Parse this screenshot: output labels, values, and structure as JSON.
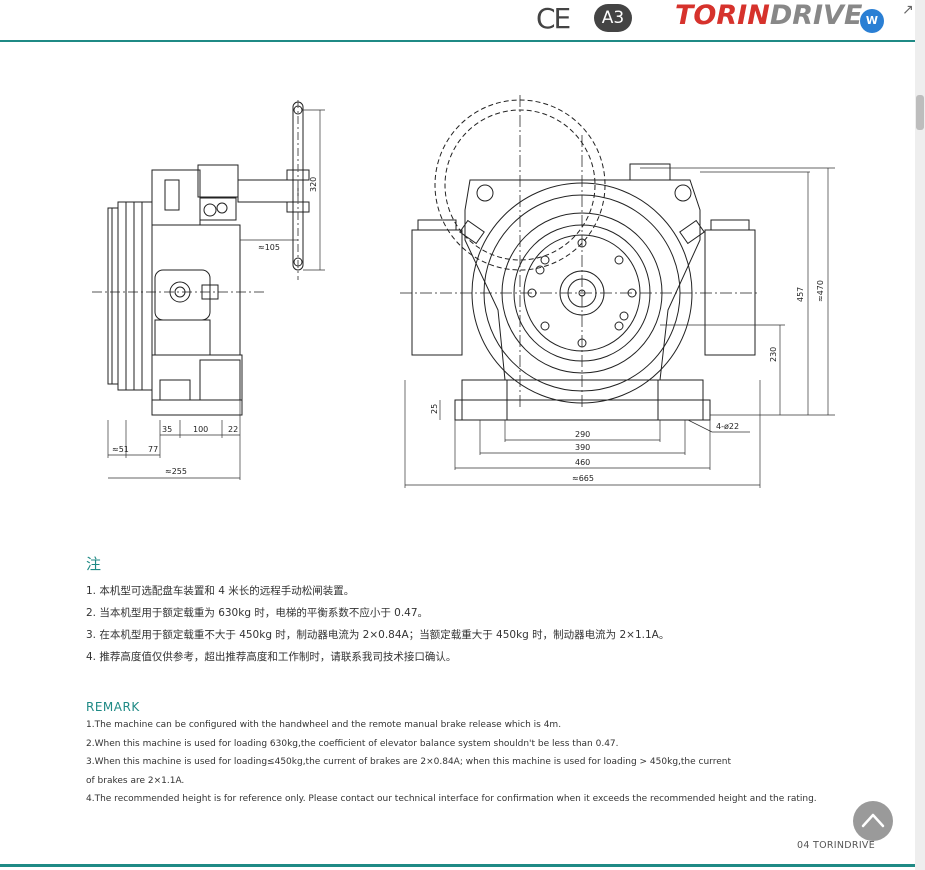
{
  "header": {
    "ce_mark": "CE",
    "a3_badge": "A3",
    "brand_part1": "TORIN",
    "brand_part2": "DRIVE",
    "brand_icon": "W",
    "colors": {
      "accent": "#1f8a85",
      "brand_red": "#d6322c",
      "brand_gray": "#888888"
    }
  },
  "drawing_labels": {
    "side_dim_320": "320",
    "side_dim_105": "≈105",
    "side_dim_35": "35",
    "side_dim_100": "100",
    "side_dim_22": "22",
    "side_dim_51": "≈51",
    "side_dim_77": "77",
    "side_dim_255": "≈255",
    "front_dim_457": "457",
    "front_dim_470": "≈470",
    "front_dim_230": "230",
    "front_dim_25": "25",
    "front_dim_290": "290",
    "front_dim_390": "390",
    "front_dim_460": "460",
    "front_dim_665": "≈665",
    "front_dim_holes": "4-ø22"
  },
  "notes": {
    "title": "注",
    "items": [
      "1. 本机型可选配盘车装置和 4 米长的远程手动松闸装置。",
      "2. 当本机型用于额定载重为 630kg 时，电梯的平衡系数不应小于 0.47。",
      "3. 在本机型用于额定载重不大于 450kg 时，制动器电流为 2×0.84A；当额定载重大于 450kg 时，制动器电流为 2×1.1A。",
      "4. 推荐高度值仅供参考，超出推荐高度和工作制时，请联系我司技术接口确认。"
    ]
  },
  "remark": {
    "title": "REMARK",
    "items": [
      "1.The machine can be configured with the handwheel and the remote manual brake release which is 4m.",
      "2.When this machine is used for loading 630kg,the coefficient of elevator balance system shouldn't be less than 0.47.",
      "3.When this machine is used for loading≤450kg,the current of brakes are 2×0.84A; when this machine is used for loading > 450kg,the current",
      "of brakes are 2×1.1A.",
      "4.The recommended height is for reference only. Please contact our technical interface for confirmation when it exceeds the recommended height and the rating."
    ]
  },
  "footer": {
    "page_label": "04  TORINDRIVE",
    "to_top_icon": "chevron-up-icon"
  }
}
